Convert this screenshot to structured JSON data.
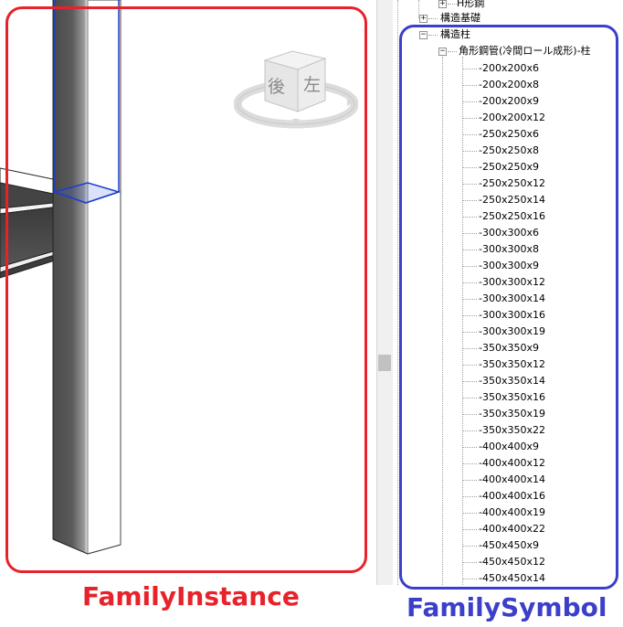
{
  "viewport": {
    "view_cube": {
      "front_label": "後",
      "right_label": "左"
    }
  },
  "tree": {
    "nodes": [
      {
        "label": "H形鋼",
        "expander": "+"
      },
      {
        "label": "構造基礎",
        "expander": "+"
      },
      {
        "label": "構造柱",
        "expander": "−"
      },
      {
        "label": "角形鋼管(冷間ロール成形)-柱",
        "expander": "−"
      }
    ],
    "types": [
      "-200x200x6",
      "-200x200x8",
      "-200x200x9",
      "-200x200x12",
      "-250x250x6",
      "-250x250x8",
      "-250x250x9",
      "-250x250x12",
      "-250x250x14",
      "-250x250x16",
      "-300x300x6",
      "-300x300x8",
      "-300x300x9",
      "-300x300x12",
      "-300x300x14",
      "-300x300x16",
      "-300x300x19",
      "-350x350x9",
      "-350x350x12",
      "-350x350x14",
      "-350x350x16",
      "-350x350x19",
      "-350x350x22",
      "-400x400x9",
      "-400x400x12",
      "-400x400x14",
      "-400x400x16",
      "-400x400x19",
      "-400x400x22",
      "-450x450x9",
      "-450x450x12",
      "-450x450x14"
    ]
  },
  "annotations": {
    "instance_label": "FamilyInstance",
    "symbol_label": "FamilySymbol",
    "instance_color": "#e8222a",
    "symbol_color": "#3b3fc9"
  }
}
